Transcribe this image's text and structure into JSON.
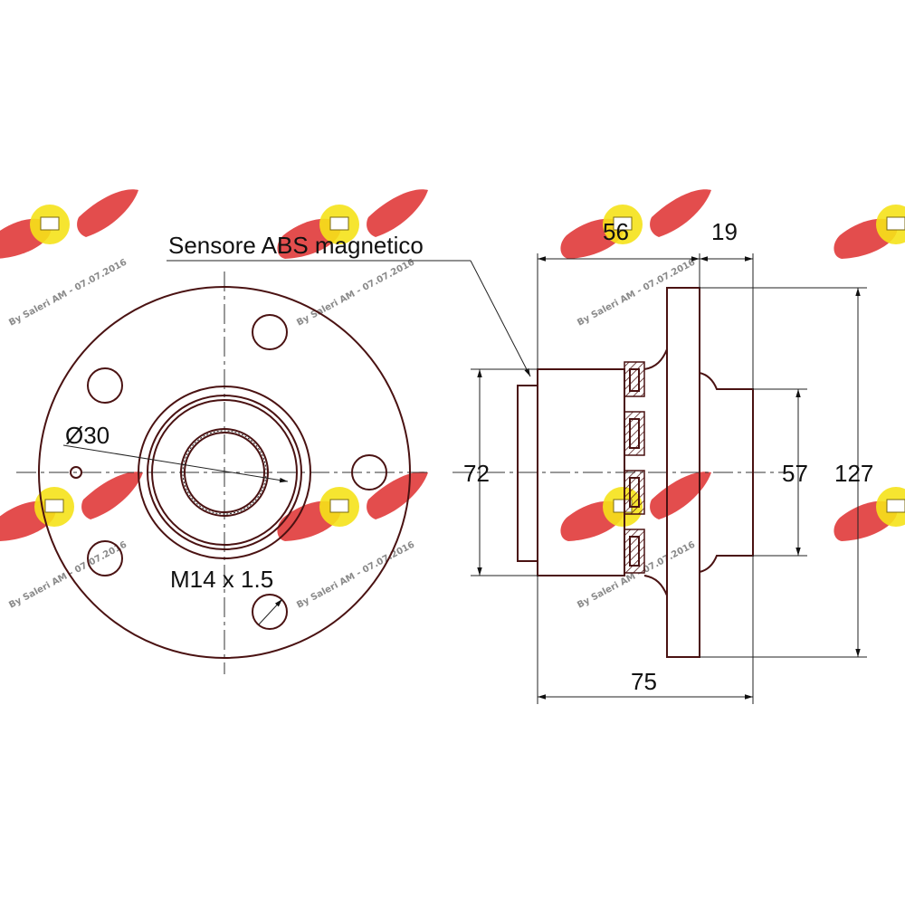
{
  "labels": {
    "abs_sensor": "Sensore ABS magnetico",
    "bore_diameter": "Ø30",
    "thread": "M14 x 1.5"
  },
  "dimensions": {
    "d56": "56",
    "d19": "19",
    "d72": "72",
    "d57": "57",
    "d127": "127",
    "d75": "75"
  },
  "watermark": {
    "text": "By Saleri AM - 07.07.2016",
    "logo_icon": "winged-wheel-logo-icon"
  },
  "colors": {
    "part_outline": "#4a1212",
    "watermark_wing": "#e03a3a",
    "watermark_disc": "#f5e21a"
  }
}
